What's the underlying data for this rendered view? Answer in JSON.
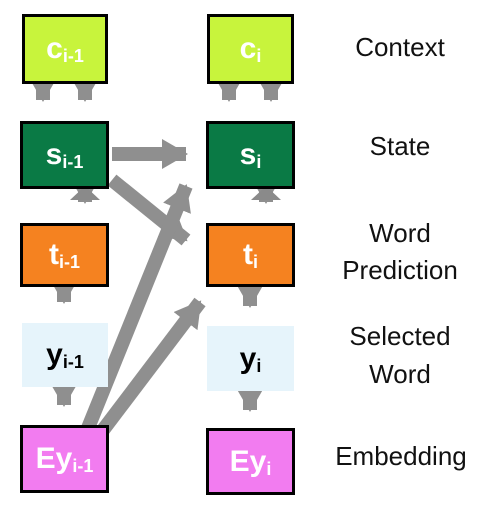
{
  "colors": {
    "context": "#c8f43c",
    "state": "#0a7a45",
    "prediction": "#f58220",
    "selected_word": "#e6f4fb",
    "embedding": "#f27cf0",
    "arrow": "#8a8a8a",
    "border": "#000000"
  },
  "nodes": {
    "c_prev": {
      "main": "c",
      "sub": "i-1"
    },
    "c_cur": {
      "main": "c",
      "sub": "i"
    },
    "s_prev": {
      "main": "s",
      "sub": "i-1"
    },
    "s_cur": {
      "main": "s",
      "sub": "i"
    },
    "t_prev": {
      "main": "t",
      "sub": "i-1"
    },
    "t_cur": {
      "main": "t",
      "sub": "i"
    },
    "y_prev": {
      "main": "y",
      "sub": "i-1"
    },
    "y_cur": {
      "main": "y",
      "sub": "i"
    },
    "ey_prev": {
      "main": "Ey",
      "sub": "i-1"
    },
    "ey_cur": {
      "main": "Ey",
      "sub": "i"
    }
  },
  "labels": {
    "context": "Context",
    "state": "State",
    "word_prediction_line1": "Word",
    "word_prediction_line2": "Prediction",
    "selected_word_line1": "Selected",
    "selected_word_line2": "Word",
    "embedding": "Embedding"
  }
}
